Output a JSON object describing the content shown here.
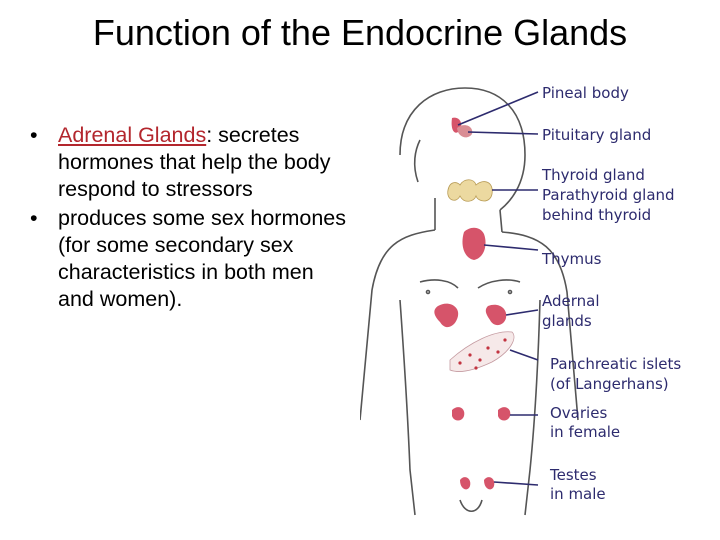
{
  "slide": {
    "title": "Function of the Endocrine Glands",
    "bullets": [
      {
        "bullet": "•",
        "highlight": "Adrenal Glands",
        "text": ": secretes hormones that help the body respond to stressors"
      },
      {
        "bullet": "•",
        "highlight": "",
        "text": "produces some sex hormones (for some secondary sex characteristics in both men and women)."
      }
    ]
  },
  "diagram": {
    "labels": {
      "pineal": "Pineal body",
      "pituitary": "Pituitary gland",
      "thyroid": "Thyroid gland",
      "parathyroid_1": "Parathyroid gland",
      "parathyroid_2": "behind thyroid",
      "thymus": "Thymus",
      "adrenal_1": "Adernal",
      "adrenal_2": "glands",
      "pancreas_1": "Panchreatic islets",
      "pancreas_2": "(of Langerhans)",
      "ovaries_1": "Ovaries",
      "ovaries_2": "in female",
      "testes_1": "Testes",
      "testes_2": "in male"
    },
    "colors": {
      "outline": "#555555",
      "label": "#2d2b6e",
      "gland_red": "#d6546a",
      "thyroid": "#ecd9a0"
    }
  }
}
